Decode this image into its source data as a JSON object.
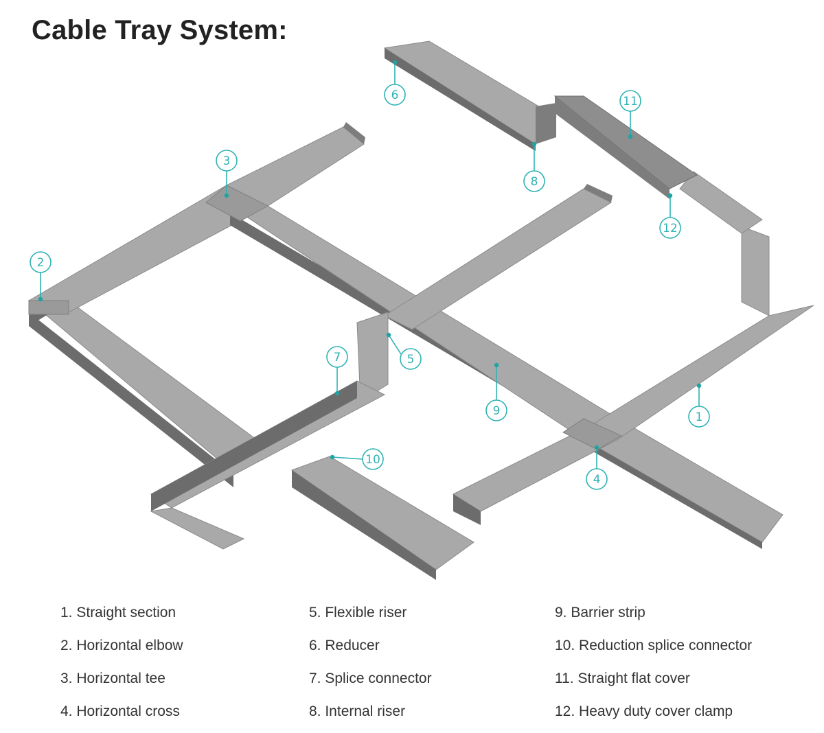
{
  "title": "Cable Tray System:",
  "callouts": [
    "1",
    "2",
    "3",
    "4",
    "5",
    "6",
    "7",
    "8",
    "9",
    "10",
    "11",
    "12"
  ],
  "legend": {
    "col1": [
      "1. Straight section",
      "2. Horizontal elbow",
      "3. Horizontal tee",
      "4. Horizontal cross"
    ],
    "col2": [
      "5. Flexible riser",
      "6. Reducer",
      "7. Splice connector",
      "8. Internal riser"
    ],
    "col3": [
      "9. Barrier strip",
      "10. Reduction splice connector",
      "11. Straight flat cover",
      "12. Heavy duty cover clamp"
    ]
  },
  "colors": {
    "accent": "#2fb3b3",
    "tray": "#a9a9a9",
    "text": "#333333"
  }
}
